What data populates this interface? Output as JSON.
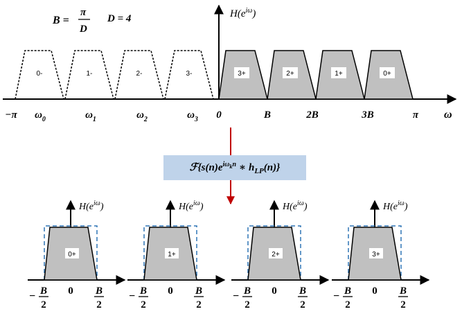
{
  "top": {
    "param_b_lhs": "B =",
    "param_b_num": "π",
    "param_b_den": "D",
    "param_d": "D = 4",
    "y_label": "H(e",
    "y_label_sup": "iω",
    "y_label_close": ")",
    "x_label": "ω",
    "ticks": [
      "−π",
      "ω",
      "ω",
      "ω",
      "ω",
      "0",
      "B",
      "2B",
      "3B",
      "π"
    ],
    "tick_subs": [
      "",
      "0",
      "1",
      "2",
      "3",
      "",
      "",
      "",
      "",
      ""
    ],
    "left_bands": [
      "0-",
      "1-",
      "2-",
      "3-"
    ],
    "right_bands": [
      "3+",
      "2+",
      "1+",
      "0+"
    ]
  },
  "formula": {
    "prefix": "ℱ{s(n)e",
    "sup": "iω",
    "sup_sub": "k",
    "sup_n": "n",
    "mid": " ∗ h",
    "sub": "LP",
    "suffix": "(n)}"
  },
  "bottom": {
    "y_label": "H(e",
    "y_label_sup": "iω",
    "y_label_close": ")",
    "tick_minus": "−",
    "tick_b": "B",
    "tick_2": "2",
    "tick_zero": "0",
    "panels": [
      {
        "band": "0+"
      },
      {
        "band": "1+"
      },
      {
        "band": "2+"
      },
      {
        "band": "3+"
      }
    ]
  },
  "colors": {
    "band_fill": "#c0c0c0",
    "arrow_red": "#c00000",
    "formula_bg": "#bfd3ea",
    "dashed_blue": "#2e75b6"
  }
}
